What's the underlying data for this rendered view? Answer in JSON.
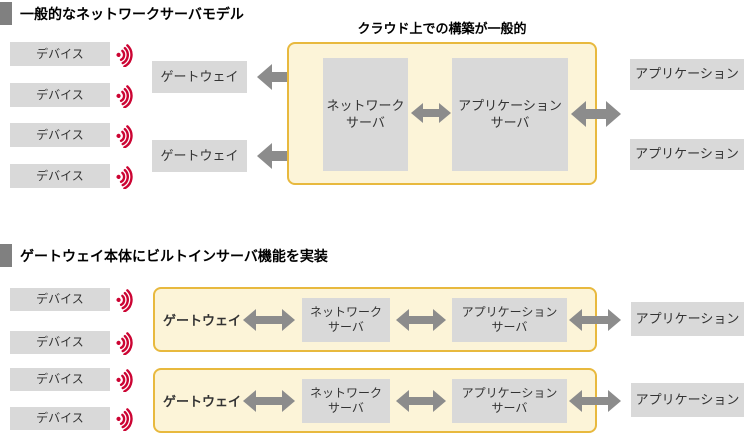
{
  "colors": {
    "box_gray": "#d9d9d9",
    "arrow_gray": "#8c8c8c",
    "cloud_fill": "#fcf4d8",
    "cloud_border": "#e8b93e",
    "wireless_red": "#cc0433",
    "marker_gray": "#808080"
  },
  "labels": {
    "device": "デバイス",
    "gateway": "ゲートウェイ",
    "network_server": "ネットワーク\nサーバ",
    "application_server": "アプリケーション\nサーバ",
    "application": "アプリケーション"
  },
  "section1": {
    "title": "一般的なネットワークサーバモデル",
    "cloud_caption": "クラウド上での構築が一般的"
  },
  "section2": {
    "title": "ゲートウェイ本体にビルトインサーバ機能を実装"
  }
}
